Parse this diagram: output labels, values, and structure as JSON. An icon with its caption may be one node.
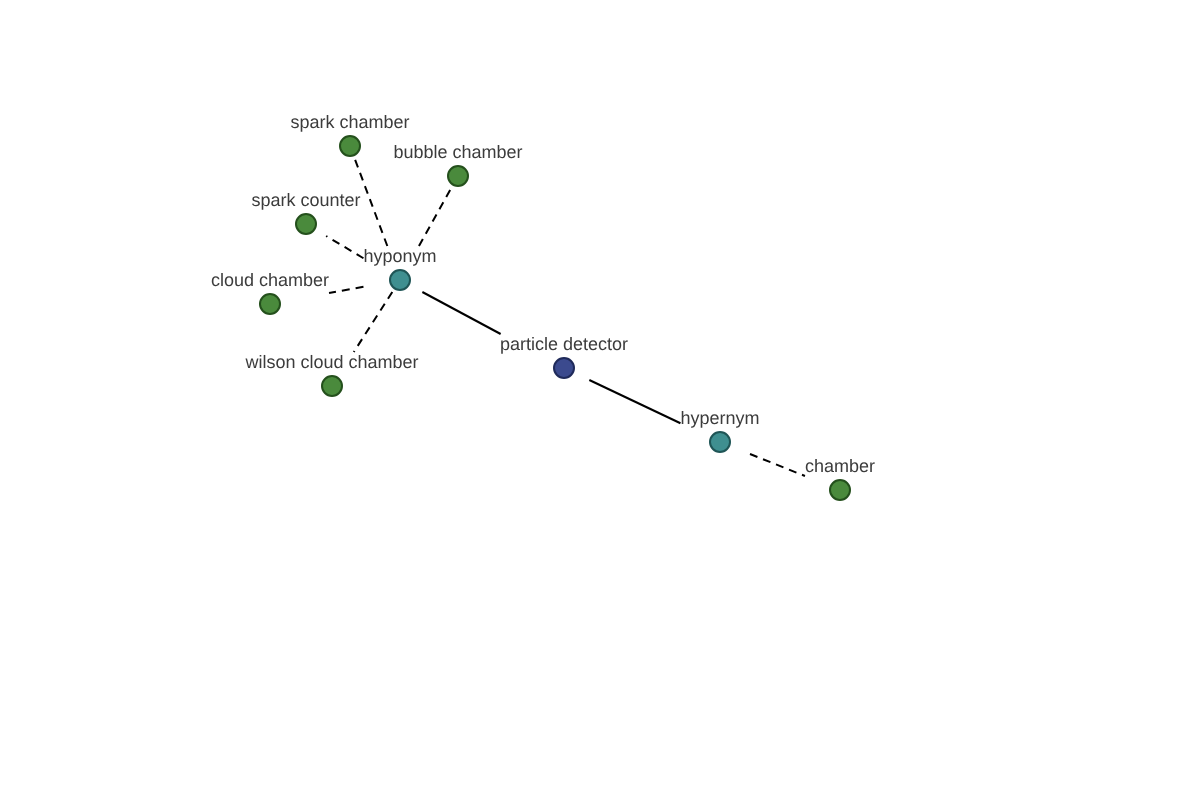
{
  "diagram": {
    "nodes": [
      {
        "text": [
          "particle detector"
        ]
      },
      {
        "text": [
          "hyponym"
        ]
      },
      {
        "text": [
          "hypernym"
        ]
      },
      {
        "text": [
          "spark chamber"
        ]
      },
      {
        "text": [
          "bubble chamber"
        ]
      },
      {
        "text": [
          "spark counter"
        ]
      },
      {
        "text": [
          "cloud chamber"
        ]
      },
      {
        "text": [
          "wilson cloud chamber"
        ]
      },
      {
        "text": [
          "chamber"
        ]
      }
    ],
    "edges": [
      {
        "from": 0,
        "to": 1,
        "arrow": "none"
      },
      {
        "from": 0,
        "to": 2,
        "arrow": "none"
      },
      {
        "from": 1,
        "to": 3,
        "arrow": "none",
        "style": "dashed"
      },
      {
        "from": 1,
        "to": 4,
        "arrow": "none",
        "style": "dashed"
      },
      {
        "from": 1,
        "to": 5,
        "arrow": "none",
        "style": "dashed"
      },
      {
        "from": 1,
        "to": 6,
        "arrow": "none",
        "style": "dashed"
      },
      {
        "from": 1,
        "to": 7,
        "arrow": "none",
        "style": "dashed"
      },
      {
        "from": 2,
        "to": 8,
        "arrow": "none",
        "style": "dashed"
      }
    ]
  }
}
